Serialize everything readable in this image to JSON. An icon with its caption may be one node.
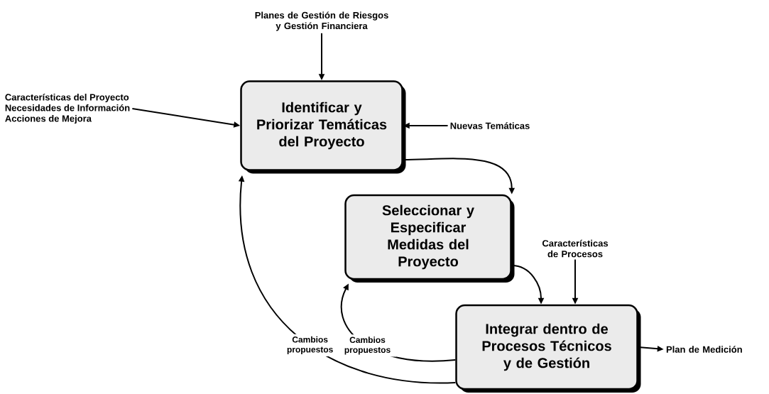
{
  "diagram": {
    "nodes": [
      {
        "text": [
          "Identificar y Priorizar Temáticas del Proyecto"
        ]
      },
      {
        "text": [
          "Seleccionar y Especificar Medidas del Proyecto"
        ]
      },
      {
        "text": [
          "Integrar dentro de Procesos Técnicos y de Gestión"
        ]
      },
      {
        "text": [
          "Planes de Gestión de Riesgos y Gestión Financiera"
        ]
      },
      {
        "text": [
          "Características del Proyecto",
          "Necesidades de Información",
          "Acciones de Mejora"
        ]
      },
      {
        "text": [
          "Nuevas Temáticas"
        ]
      },
      {
        "text": [
          "Características de Procesos"
        ]
      },
      {
        "text": [
          "Plan de Medición"
        ]
      }
    ],
    "edges": [
      {
        "from": 3,
        "to": 0,
        "arrow": "to"
      },
      {
        "from": 4,
        "to": 0,
        "arrow": "to"
      },
      {
        "from": 5,
        "to": 0,
        "arrow": "to"
      },
      {
        "from": 0,
        "to": 1,
        "arrow": "to"
      },
      {
        "from": 1,
        "to": 2,
        "arrow": "to"
      },
      {
        "from": 6,
        "to": 2,
        "arrow": "to"
      },
      {
        "from": 2,
        "to": 7,
        "arrow": "to"
      },
      {
        "from": 2,
        "to": 0,
        "arrow": "to",
        "label": "Cambios propuestos"
      },
      {
        "from": 2,
        "to": 1,
        "arrow": "to",
        "label": "Cambios propuestos"
      }
    ]
  }
}
